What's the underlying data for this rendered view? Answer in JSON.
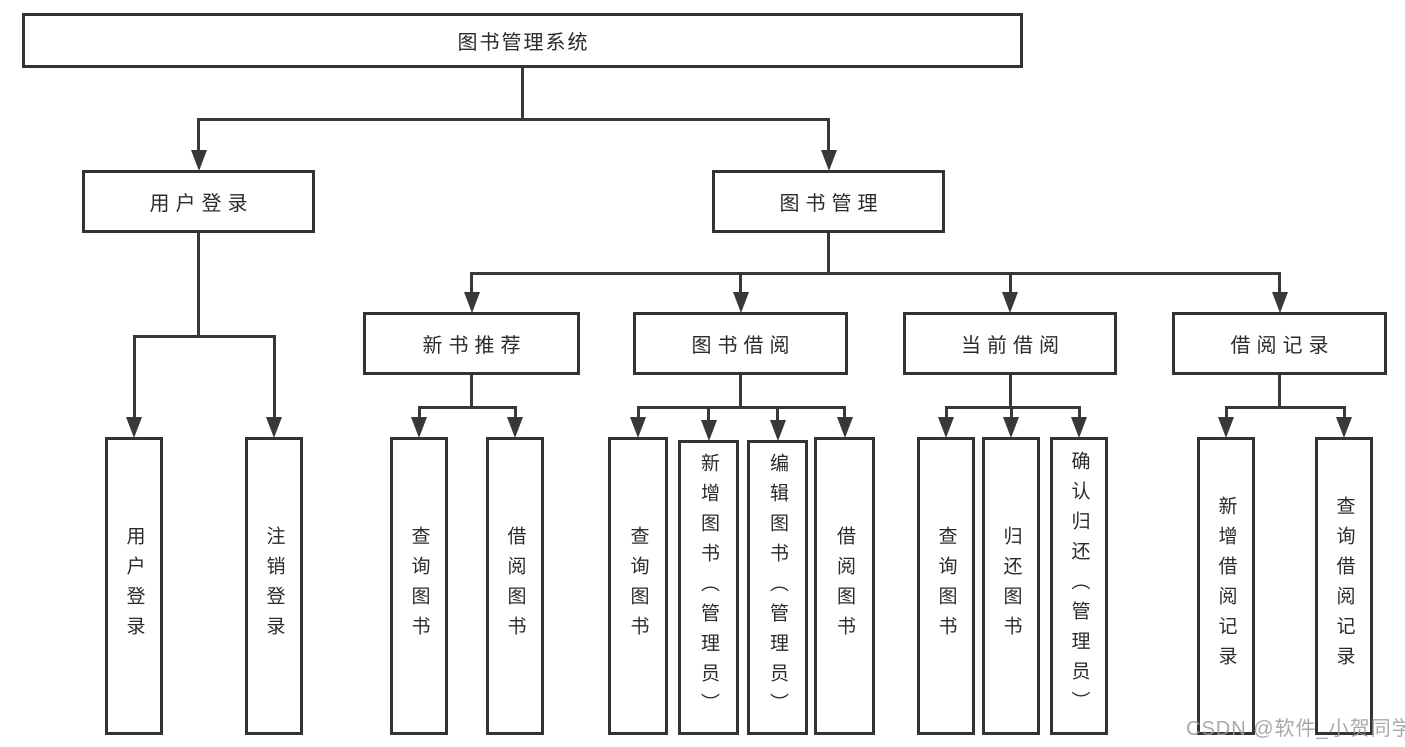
{
  "diagram": {
    "watermark": "CSDN @软件_小贺同学",
    "colors": {
      "background": "#ffffff",
      "box_border": "#333333",
      "box_fill": "#ffffff",
      "line": "#383838",
      "text": "#2b2b2b",
      "watermark_text": "#9b9b9b"
    },
    "nodes": [
      {
        "id": "root",
        "label": "图书管理系统",
        "parent": null,
        "text_direction": "horizontal"
      },
      {
        "id": "user-login",
        "label": "用户登录",
        "parent": "root",
        "text_direction": "horizontal"
      },
      {
        "id": "book-mgmt",
        "label": "图书管理",
        "parent": "root",
        "text_direction": "horizontal"
      },
      {
        "id": "new-book-rec",
        "label": "新书推荐",
        "parent": "book-mgmt",
        "text_direction": "horizontal"
      },
      {
        "id": "book-borrow",
        "label": "图书借阅",
        "parent": "book-mgmt",
        "text_direction": "horizontal"
      },
      {
        "id": "current-borrow",
        "label": "当前借阅",
        "parent": "book-mgmt",
        "text_direction": "horizontal"
      },
      {
        "id": "borrow-records",
        "label": "借阅记录",
        "parent": "book-mgmt",
        "text_direction": "horizontal"
      },
      {
        "id": "login",
        "label": "用户登录",
        "parent": "user-login",
        "text_direction": "vertical"
      },
      {
        "id": "logout",
        "label": "注销登录",
        "parent": "user-login",
        "text_direction": "vertical"
      },
      {
        "id": "nbr-query-books",
        "label": "查询图书",
        "parent": "new-book-rec",
        "text_direction": "vertical"
      },
      {
        "id": "nbr-borrow-books",
        "label": "借阅图书",
        "parent": "new-book-rec",
        "text_direction": "vertical"
      },
      {
        "id": "bb-query-books",
        "label": "查询图书",
        "parent": "book-borrow",
        "text_direction": "vertical"
      },
      {
        "id": "bb-add-books",
        "label": "新增图书（管理员）",
        "parent": "book-borrow",
        "text_direction": "vertical"
      },
      {
        "id": "bb-edit-books",
        "label": "编辑图书（管理员）",
        "parent": "book-borrow",
        "text_direction": "vertical"
      },
      {
        "id": "bb-borrow-books",
        "label": "借阅图书",
        "parent": "book-borrow",
        "text_direction": "vertical"
      },
      {
        "id": "cb-query-books",
        "label": "查询图书",
        "parent": "current-borrow",
        "text_direction": "vertical"
      },
      {
        "id": "cb-return-books",
        "label": "归还图书",
        "parent": "current-borrow",
        "text_direction": "vertical"
      },
      {
        "id": "cb-confirm-return",
        "label": "确认归还（管理员）",
        "parent": "current-borrow",
        "text_direction": "vertical"
      },
      {
        "id": "br-add-record",
        "label": "新增借阅记录",
        "parent": "borrow-records",
        "text_direction": "vertical"
      },
      {
        "id": "br-query-record",
        "label": "查询借阅记录",
        "parent": "borrow-records",
        "text_direction": "vertical"
      }
    ]
  }
}
